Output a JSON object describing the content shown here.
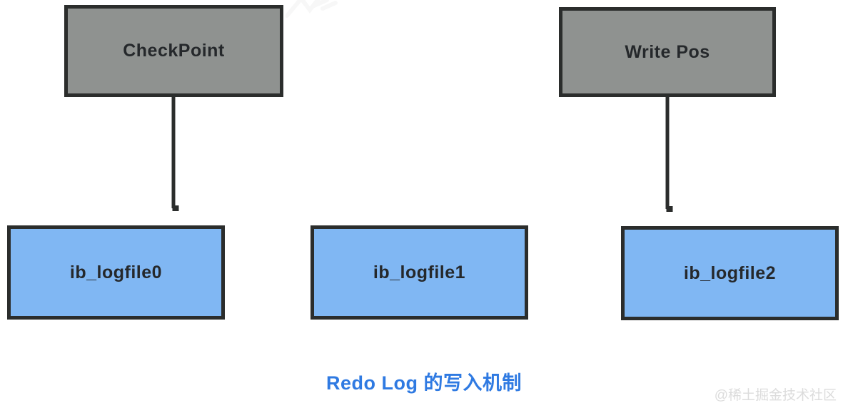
{
  "diagram": {
    "caption": "Redo Log 的写入机制",
    "watermark": "@稀土掘金技术社区",
    "colors": {
      "pointer_box_fill": "#8f9290",
      "file_box_fill": "#80b7f3",
      "border_and_arrow": "#2b2d2c",
      "box_text": "#25282b",
      "caption_text": "#2f7ae2",
      "watermark_text": "#dcdcdc",
      "background": "#ffffff"
    },
    "pointers": [
      {
        "id": "checkpoint",
        "label": "CheckPoint"
      },
      {
        "id": "write-pos",
        "label": "Write Pos"
      }
    ],
    "files": [
      {
        "id": "ib_logfile0",
        "label": "ib_logfile0"
      },
      {
        "id": "ib_logfile1",
        "label": "ib_logfile1"
      },
      {
        "id": "ib_logfile2",
        "label": "ib_logfile2"
      }
    ],
    "arrows": [
      {
        "from": "checkpoint",
        "to": "ib_logfile0",
        "direction": "down"
      },
      {
        "from": "write-pos",
        "to": "ib_logfile2",
        "direction": "down"
      }
    ]
  }
}
